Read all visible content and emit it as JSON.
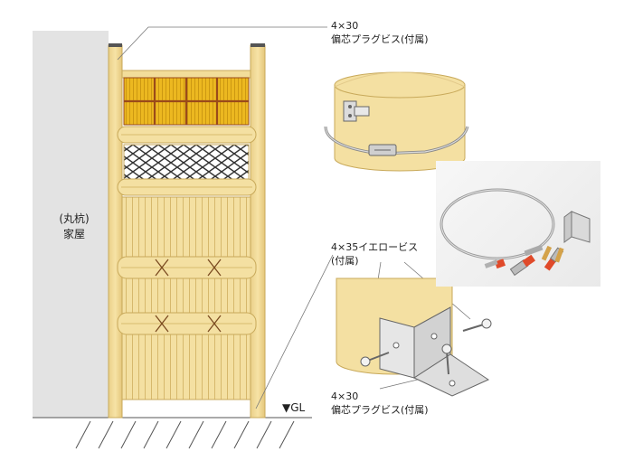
{
  "wall": {
    "label_line1": "(丸杭)",
    "label_line2": "家屋"
  },
  "top_screw": {
    "size": "4×30",
    "name": "偏芯プラグビス(付属)"
  },
  "mid_screw": {
    "size": "4×35イエロービス",
    "note": "(付属)"
  },
  "bottom_screw": {
    "size": "4×30",
    "name": "偏芯プラグビス(付属)"
  },
  "ground": {
    "label": "▼GL"
  },
  "colors": {
    "bamboo": "#f2dd9a",
    "bamboo_edge": "#c8a95a",
    "lattice_gold": "#e8b21c",
    "lattice_frame": "#9a4a1a",
    "wall_gray": "#e3e3e3",
    "red_cap": "#e04a2a",
    "metal": "#b9b9b9"
  },
  "icons": [
    "bamboo-fence-illustration",
    "post-clamp-illustration",
    "post-bracket-illustration",
    "hardware-photo"
  ]
}
